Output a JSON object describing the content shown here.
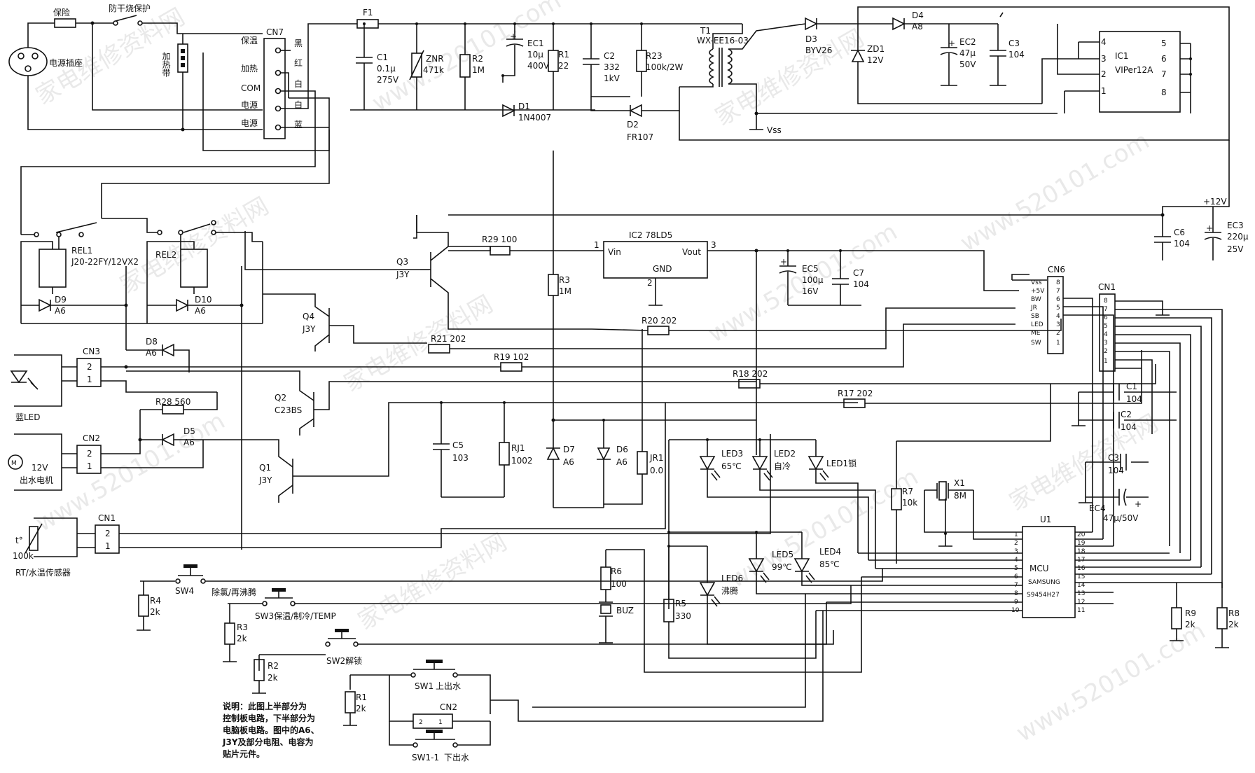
{
  "watermarks": [
    "家电维修资料网",
    "www.520101.com",
    "家电维修资料网",
    "www.520101.com",
    "家电维修资料网",
    "www.520101.com",
    "家电维修资料网",
    "www.520101.com",
    "家电维修资料网",
    "www.520101.com",
    "家电维修资料网",
    "www.520101.com"
  ],
  "top": {
    "fuse_label": "保险",
    "dry_protect": "防干烧保护",
    "socket": "电源插座",
    "heater": "加热带",
    "cn7": "CN7",
    "cn7_rows": [
      "保温",
      "加热",
      "COM",
      "电源",
      "电源"
    ],
    "cn7_colors": [
      "黑",
      "红",
      "白",
      "白",
      "蓝"
    ],
    "f1": "F1",
    "c1": [
      "C1",
      "0.1µ",
      "275V"
    ],
    "znr": [
      "ZNR",
      "471k"
    ],
    "r2": [
      "R2",
      "1M"
    ],
    "ec1": [
      "EC1",
      "10µ",
      "400V"
    ],
    "r1": [
      "R1",
      "22"
    ],
    "d1": [
      "D1",
      "1N4007"
    ],
    "c2": [
      "C2",
      "332",
      "1kV"
    ],
    "r23": [
      "R23",
      "100k/2W"
    ],
    "d2": [
      "D2",
      "FR107"
    ],
    "t1": [
      "T1",
      "WX-EE16-03"
    ],
    "d3": [
      "D3",
      "BYV26"
    ],
    "vss": "Vss",
    "d4": [
      "D4",
      "A8"
    ],
    "zd1": [
      "ZD1",
      "12V"
    ],
    "ec2": [
      "EC2",
      "47µ",
      "50V"
    ],
    "c3": [
      "C3",
      "104"
    ],
    "ic1": [
      "IC1",
      "VIPer12A"
    ],
    "ic1_pins_left": [
      "4",
      "3",
      "2",
      "1"
    ],
    "ic1_pins_right": [
      "5",
      "6",
      "7",
      "8"
    ],
    "plus12": "+12V",
    "c6": [
      "C6",
      "104"
    ],
    "ec3": [
      "EC3",
      "220µ",
      "25V"
    ]
  },
  "mid": {
    "rel1": [
      "REL1",
      "J20-22FY/12VX2"
    ],
    "rel2": "REL2",
    "d9": [
      "D9",
      "A6"
    ],
    "d10": [
      "D10",
      "A6"
    ],
    "q3": [
      "Q3",
      "J3Y"
    ],
    "q4": [
      "Q4",
      "J3Y"
    ],
    "q2": [
      "Q2",
      "C23BS"
    ],
    "q1": [
      "Q1",
      "J3Y"
    ],
    "r29": "R29 100",
    "ic2": "IC2 78LD5",
    "ic2_vin": "Vin",
    "ic2_vout": "Vout",
    "ic2_gnd": "GND",
    "ic2_pins": [
      "1",
      "2",
      "3"
    ],
    "r3": [
      "R3",
      "1M"
    ],
    "ec5": [
      "EC5",
      "100µ",
      "16V"
    ],
    "c7": [
      "C7",
      "104"
    ],
    "r20": "R20 202",
    "r21": "R21 202",
    "r19": "R19 102",
    "r18": "R18 202",
    "r17": "R17 202",
    "r28": "R28 560",
    "d8": [
      "D8",
      "A6"
    ],
    "d5": [
      "D5",
      "A6"
    ],
    "cn3": "CN3",
    "blue_led": "蓝LED",
    "cn2": "CN2",
    "motor": [
      "12V",
      "出水电机"
    ],
    "motor_m": "M",
    "cn1": "CN1",
    "sensor": [
      "t°",
      "100k",
      "RT/水温传感器"
    ],
    "c5": [
      "C5",
      "103"
    ],
    "rj1": [
      "RJ1",
      "1002"
    ],
    "d7": [
      "D7",
      "A6"
    ],
    "d6": [
      "D6",
      "A6"
    ],
    "jr1": [
      "JR1",
      "0.0"
    ],
    "cn6": "CN6",
    "cn6_labels": [
      "Vss",
      "+5V",
      "BW",
      "JR",
      "SB",
      "LED",
      "ME",
      "SW"
    ],
    "cn6_pins": [
      "8",
      "7",
      "6",
      "5",
      "4",
      "3",
      "2",
      "1"
    ],
    "cn1r": "CN1",
    "cn1r_pins": [
      "8",
      "7",
      "6",
      "5",
      "4",
      "3",
      "2",
      "1"
    ]
  },
  "bottom": {
    "c1b": [
      "C1",
      "104"
    ],
    "c2b": [
      "C2",
      "104"
    ],
    "c3b": [
      "C3",
      "104"
    ],
    "ec4": [
      "EC4",
      "47µ/50V"
    ],
    "r7": [
      "R7",
      "10k"
    ],
    "x1": [
      "X1",
      "8M"
    ],
    "u1": [
      "U1",
      "MCU",
      "SAMSUNG",
      "S9454H27"
    ],
    "u1_left": [
      "1",
      "2",
      "3",
      "4",
      "5",
      "6",
      "7",
      "8",
      "9",
      "10"
    ],
    "u1_right": [
      "20",
      "19",
      "18",
      "17",
      "16",
      "15",
      "14",
      "13",
      "12",
      "11"
    ],
    "led3": [
      "LED3",
      "65℃"
    ],
    "led2": [
      "LED2",
      "自冷"
    ],
    "led1": "LED1锁",
    "led5": [
      "LED5",
      "99℃"
    ],
    "led4": [
      "LED4",
      "85℃"
    ],
    "led6": [
      "LED6",
      "沸腾"
    ],
    "r5": [
      "R5",
      "330"
    ],
    "r6": [
      "R6",
      "100"
    ],
    "buz": "BUZ",
    "r9": [
      "R9",
      "2k"
    ],
    "r8": [
      "R8",
      "2k"
    ],
    "sw4": "SW4",
    "sw4_func": "除氯/再沸腾",
    "sw3": "SW3保温/制冷/TEMP",
    "sw2": "SW2解锁",
    "sw1": "SW1",
    "sw1_func": "上出水",
    "sw11": "SW1-1",
    "sw11_func": "下出水",
    "cn2b": "CN2",
    "cn2b_pins": [
      "2",
      "1"
    ],
    "r4": [
      "R4",
      "2k"
    ],
    "r3b": [
      "R3",
      "2k"
    ],
    "r2b": [
      "R2",
      "2k"
    ],
    "r1b": [
      "R1",
      "2k"
    ],
    "note": [
      "说明：此图上半部分为",
      "控制板电路，下半部分为",
      "电脑板电路。图中的A6、",
      "J3Y及部分电阻、电容为",
      "贴片元件。"
    ]
  }
}
